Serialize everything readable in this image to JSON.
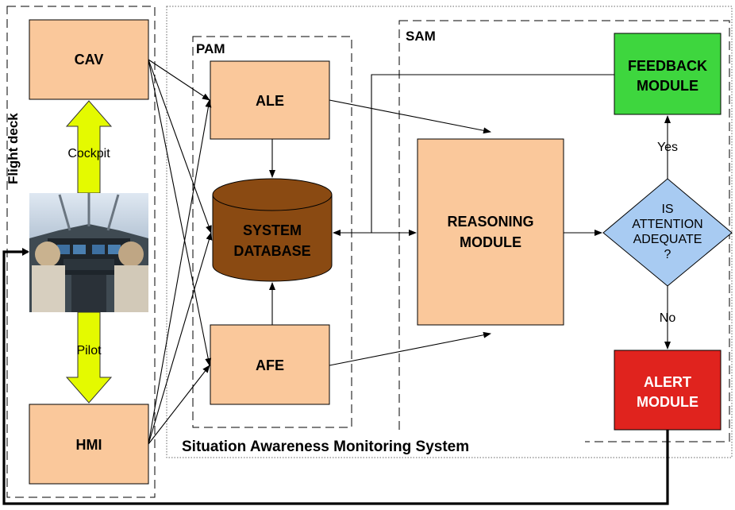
{
  "system": {
    "title": "Situation Awareness Monitoring System"
  },
  "flight_deck": {
    "title": "Flight deck",
    "cav": "CAV",
    "hmi": "HMI",
    "cockpit_label": "Cockpit",
    "pilot_label": "Pilot"
  },
  "pam": {
    "title": "PAM",
    "ale": "ALE",
    "afe": "AFE",
    "database_line1": "SYSTEM",
    "database_line2": "DATABASE"
  },
  "sam": {
    "title": "SAM",
    "reasoning_line1": "REASONING",
    "reasoning_line2": "MODULE",
    "decision_line1": "IS",
    "decision_line2": "ATTENTION",
    "decision_line3": "ADEQUATE",
    "decision_line4": "?",
    "yes_label": "Yes",
    "no_label": "No",
    "feedback_line1": "FEEDBACK",
    "feedback_line2": "MODULE",
    "alert_line1": "ALERT",
    "alert_line2": "MODULE"
  },
  "colors": {
    "module_fill": "#FAC89B",
    "feedback_fill": "#3ED63E",
    "alert_fill": "#E0231E",
    "database_fill": "#8A4A12",
    "decision_fill": "#A8CBF2",
    "yellow_arrow": "#E4FA00"
  }
}
